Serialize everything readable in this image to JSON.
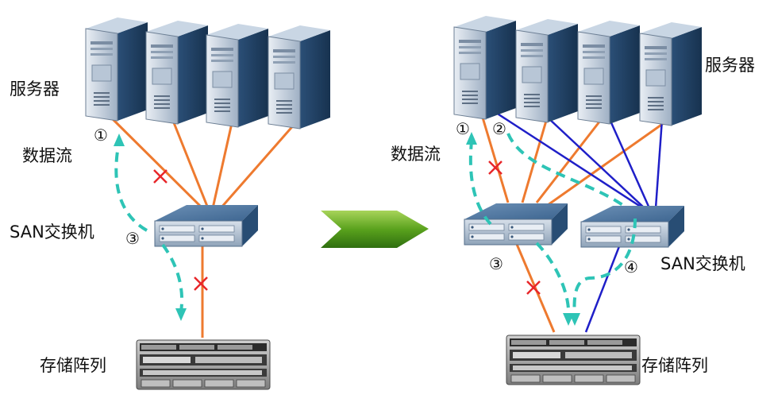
{
  "left": {
    "labels": {
      "servers": "服务器",
      "dataflow": "数据流",
      "switch": "SAN交换机",
      "storage": "存储阵列"
    },
    "markers": {
      "m1": "①",
      "m3": "③"
    }
  },
  "right": {
    "labels": {
      "servers": "服务器",
      "dataflow": "数据流",
      "switch": "SAN交换机",
      "storage": "存储阵列"
    },
    "markers": {
      "m1": "①",
      "m2": "②",
      "m3": "③",
      "m4": "④"
    }
  },
  "colors": {
    "link_orange": "#ee7a2f",
    "link_blue": "#1f1fc8",
    "failure_x": "#e8262a",
    "dataflow_path": "#2ec4b6",
    "arrow_green": "#5aa21d",
    "server_body": "#2f5b86",
    "switch_body": "#3a6694"
  },
  "icons": {
    "server": "tower-server-icon",
    "switch": "san-switch-icon",
    "storage": "storage-array-icon",
    "transition": "chevron-arrow-icon",
    "failure": "x-mark-icon"
  }
}
